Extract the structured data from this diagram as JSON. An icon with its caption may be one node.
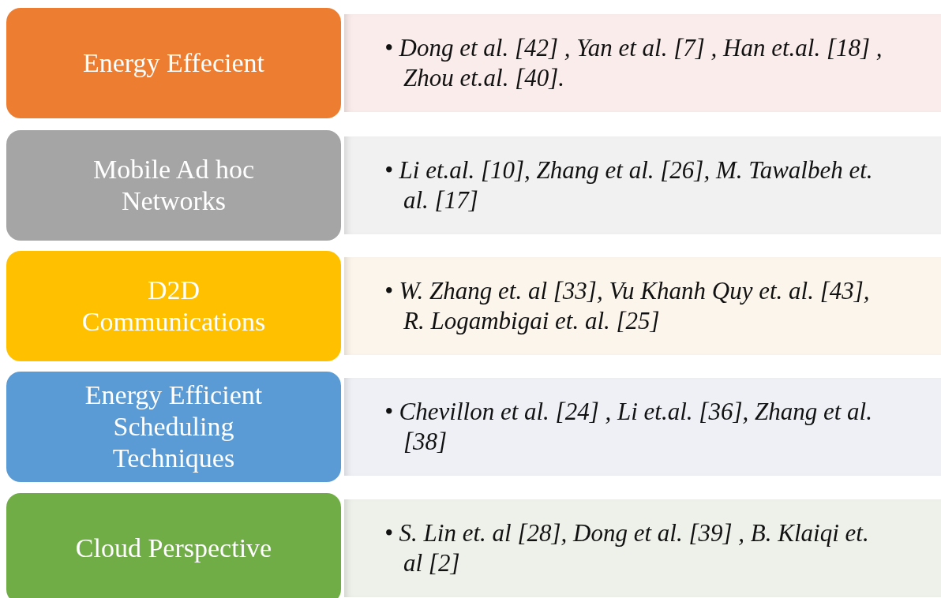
{
  "diagram": {
    "nodes": [
      {
        "text": [
          "Energy Effecient"
        ]
      },
      {
        "text": [
          "• Dong et al. [42] , Yan et al. [7] , Han et.al. [18] , Zhou et.al. [40]."
        ]
      },
      {
        "text": [
          "Mobile Ad hoc Networks"
        ]
      },
      {
        "text": [
          "• Li et.al. [10], Zhang et al. [26], M. Tawalbeh et. al. [17]"
        ]
      },
      {
        "text": [
          "D2D Communications"
        ]
      },
      {
        "text": [
          "• W. Zhang et. al [33], Vu Khanh Quy et. al. [43], R. Logambigai et. al. [25]"
        ]
      },
      {
        "text": [
          "Energy Efficient Scheduling Techniques"
        ]
      },
      {
        "text": [
          "• Chevillon et al. [24] , Li et.al. [36], Zhang et al. [38]"
        ]
      },
      {
        "text": [
          "Cloud Perspective"
        ]
      },
      {
        "text": [
          "• S. Lin et. al [28], Dong et al. [39] , B. Klaiqi et. al [2]"
        ]
      }
    ]
  }
}
